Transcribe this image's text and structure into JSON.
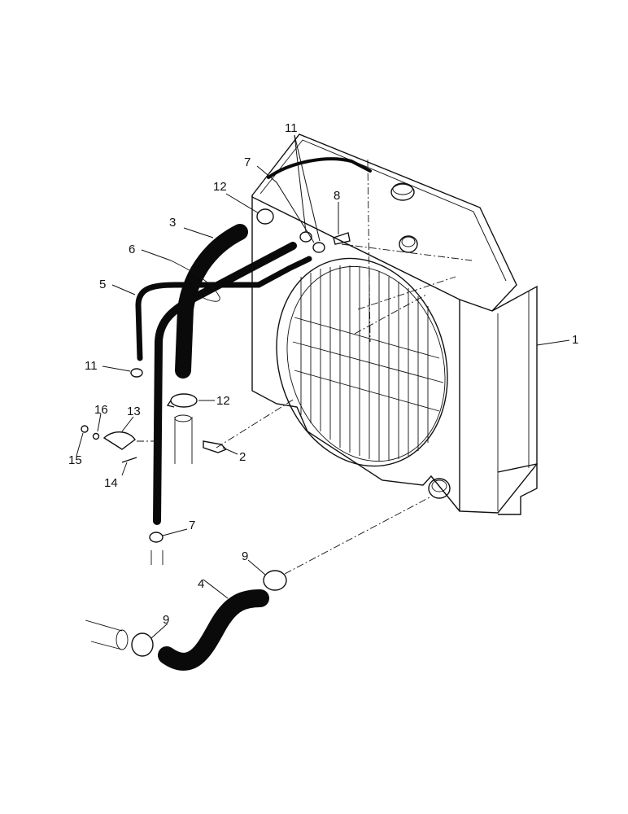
{
  "callouts": {
    "c1": "1",
    "c2": "2",
    "c3": "3",
    "c4": "4",
    "c5": "5",
    "c6": "6",
    "c7a": "7",
    "c7b": "7",
    "c8": "8",
    "c9a": "9",
    "c9b": "9",
    "c11a": "11",
    "c11b": "11",
    "c12a": "12",
    "c12b": "12",
    "c13": "13",
    "c14": "14",
    "c15": "15",
    "c16": "16"
  }
}
